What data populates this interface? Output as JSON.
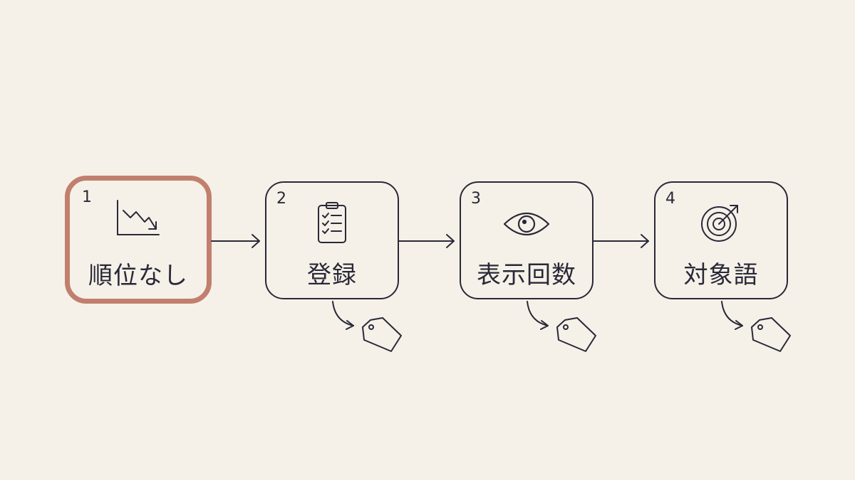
{
  "colors": {
    "background": "#f5f1e8",
    "stroke": "#2a2838",
    "highlight": "#c27f6e"
  },
  "steps": [
    {
      "number": "1",
      "label": "順位なし",
      "icon": "declining-chart-icon",
      "highlighted": true
    },
    {
      "number": "2",
      "label": "登録",
      "icon": "clipboard-checklist-icon",
      "highlighted": false
    },
    {
      "number": "3",
      "label": "表示回数",
      "icon": "eye-icon",
      "highlighted": false
    },
    {
      "number": "4",
      "label": "対象語",
      "icon": "target-icon",
      "highlighted": false
    }
  ],
  "connectors": [
    "arrow-right-icon",
    "arrow-right-icon",
    "arrow-right-icon"
  ],
  "tags": [
    "tag-icon",
    "tag-icon",
    "tag-icon"
  ]
}
